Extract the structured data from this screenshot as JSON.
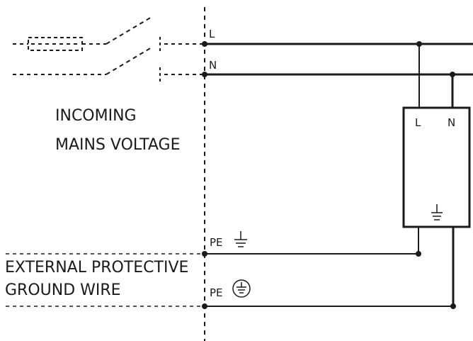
{
  "labels": {
    "L": "L",
    "N": "N",
    "PE_top": "PE",
    "PE_bottom": "PE",
    "device_L": "L",
    "device_N": "N",
    "incoming_line1": "INCOMING",
    "incoming_line2": "MAINS VOLTAGE",
    "external_line1": "EXTERNAL PROTECTIVE",
    "external_line2": "GROUND WIRE"
  },
  "symbols": {
    "pe_top": "earth-ground-icon",
    "pe_bottom": "protective-earth-icon",
    "device": "earth-ground-icon"
  },
  "colors": {
    "line": "#1a1a1a",
    "background": "#ffffff"
  }
}
